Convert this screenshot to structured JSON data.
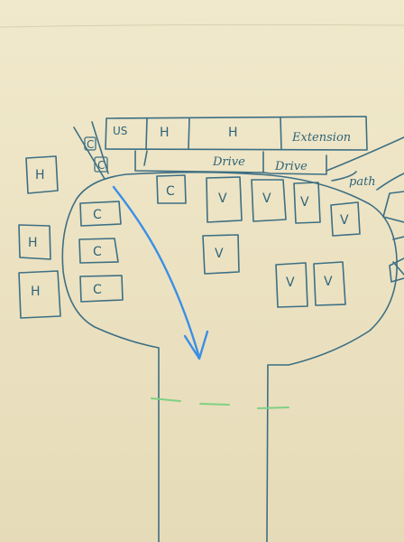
{
  "top_row": [
    "US",
    "H",
    "H",
    "Extension"
  ],
  "drive_labels": [
    "Drive",
    "Drive"
  ],
  "path_label": "path",
  "side_c_labels": [
    "C",
    "C"
  ],
  "left_houses": [
    "H",
    "H",
    "H"
  ],
  "lot_c": [
    "C",
    "C",
    "C",
    "C"
  ],
  "lot_v": [
    "V",
    "V",
    "V",
    "V",
    "V",
    "V",
    "V"
  ],
  "colors": {
    "paper": "#efe6c7",
    "ink": "#3d6f83",
    "arrow": "#3b8ee6",
    "dashes": "#7fd184"
  }
}
